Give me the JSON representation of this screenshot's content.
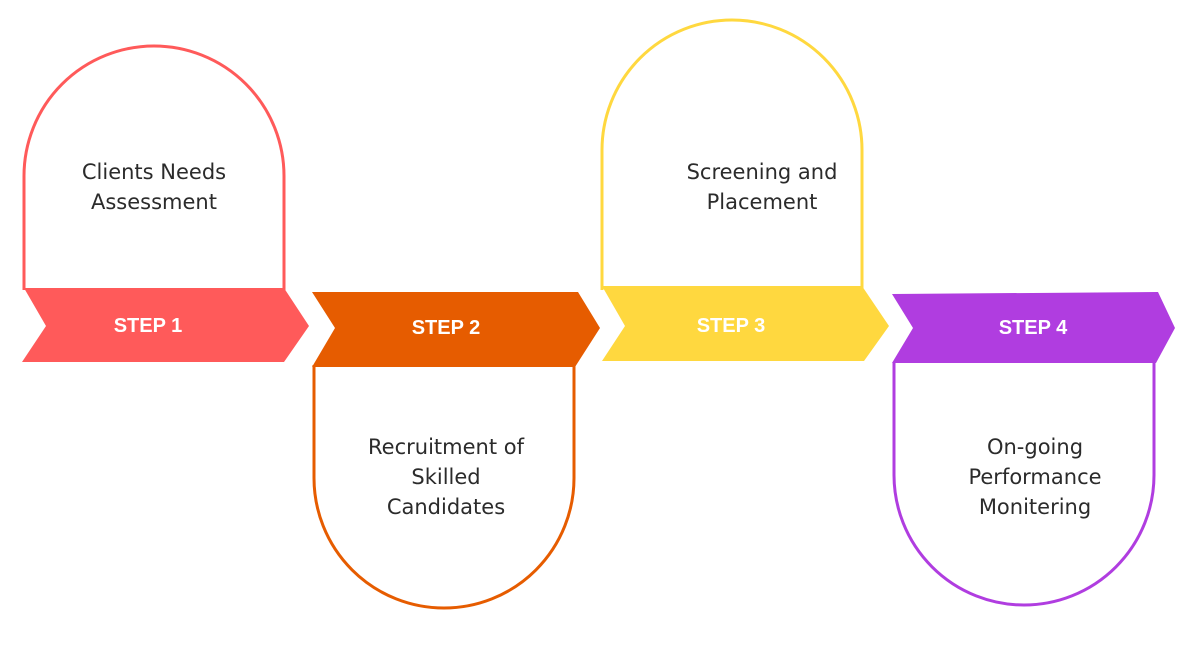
{
  "steps": [
    {
      "label": "STEP 1",
      "text": [
        "Clients Needs",
        "Assessment"
      ],
      "color": "#FF5A5A",
      "position": "top"
    },
    {
      "label": "STEP 2",
      "text": [
        "Recruitment of",
        "Skilled",
        "Candidates"
      ],
      "color": "#E65C00",
      "position": "bottom"
    },
    {
      "label": "STEP 3",
      "text": [
        "Screening and",
        "Placement"
      ],
      "color": "#FFD83F",
      "position": "top"
    },
    {
      "label": "STEP 4",
      "text": [
        "On-going",
        "Performance",
        "Monitering"
      ],
      "color": "#B03DE0",
      "position": "bottom"
    }
  ]
}
